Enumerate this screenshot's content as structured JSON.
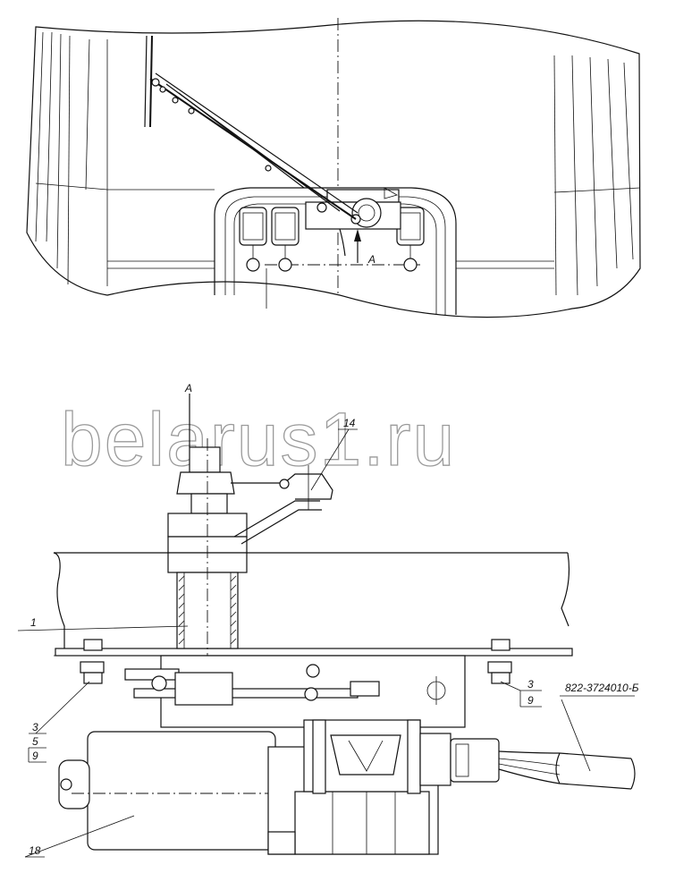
{
  "watermark": "belarus1.ru",
  "view_label": "A",
  "arrow_label": "A",
  "part_number": "822-3724010-Б",
  "callouts": {
    "c1": "1",
    "c14": "14",
    "c18": "18",
    "c3_left": "3",
    "c5_left": "5",
    "c9_left": "9",
    "c3_right": "3",
    "c9_right": "9"
  }
}
